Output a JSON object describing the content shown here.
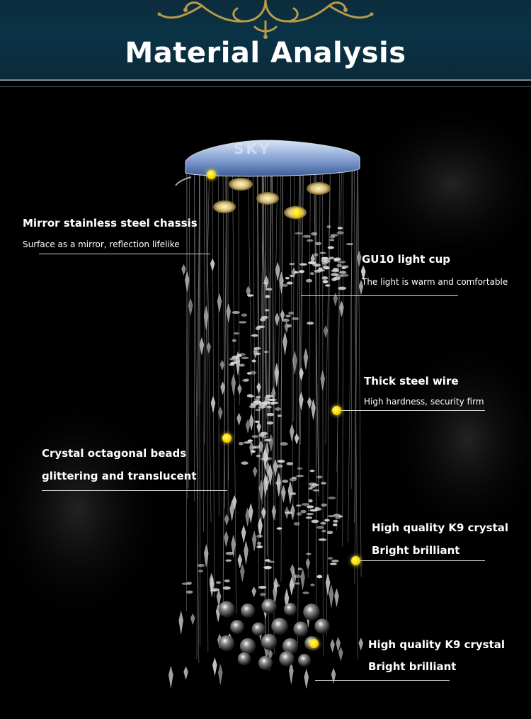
{
  "header": {
    "title": "Material Analysis"
  },
  "colors": {
    "banner_bg": "#0a3346",
    "accent_dot": "#ffe000",
    "ornament": "#b89a4a"
  },
  "brand": {
    "logo_text": "SKY"
  },
  "callouts": [
    {
      "title": "Mirror stainless steel chassis",
      "subtitle": "Surface as a mirror, reflection lifelike"
    },
    {
      "title": "GU10 light cup",
      "subtitle": "The light is warm and comfortable"
    },
    {
      "title": "Thick steel wire",
      "subtitle": "High hardness, security firm"
    },
    {
      "title": "Crystal octagonal beads",
      "subtitle": "glittering and translucent"
    },
    {
      "title": "High quality K9 crystal",
      "subtitle": "Bright brilliant"
    },
    {
      "title": "High quality K9 crystal",
      "subtitle": "Bright brilliant"
    }
  ]
}
